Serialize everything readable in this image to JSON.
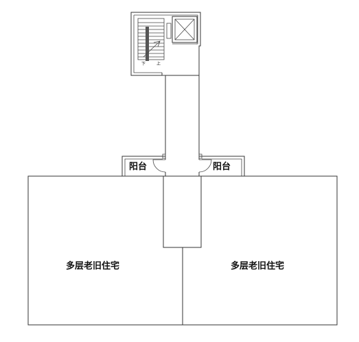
{
  "labels": {
    "balcony_left": "阳台",
    "balcony_right": "阳台",
    "building_left": "多层老旧住宅",
    "building_right": "多层老旧住宅",
    "stair_down": "下",
    "stair_up": "上"
  }
}
